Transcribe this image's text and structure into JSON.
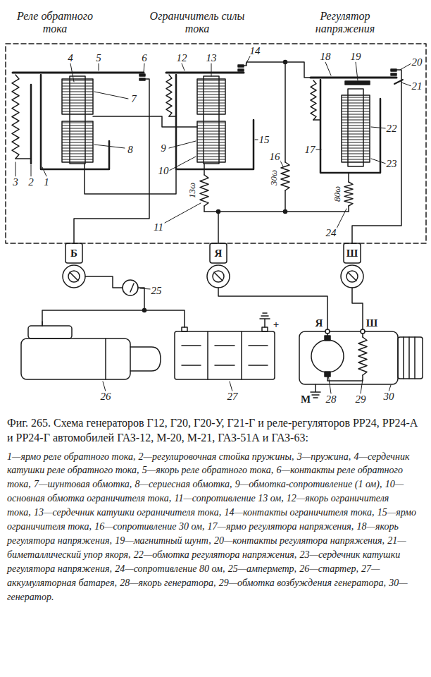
{
  "diagram": {
    "caption": "Фиг. 265. Схема генераторов Г12, Г20, Г20-У, Г21-Г и реле-регуляторов РР24, РР24-А и РР24-Г автомобилей ГАЗ-12, М-20, М-21, ГАЗ-51А и ГАЗ-63:",
    "labels": [
      "Реле обратного тока",
      "Ограничитель силы тока",
      "Регулятор напряжения",
      "1",
      "2",
      "3",
      "4",
      "5",
      "6",
      "7",
      "8",
      "9",
      "10",
      "11",
      "12",
      "13",
      "14",
      "15",
      "16",
      "17",
      "18",
      "19",
      "20",
      "21",
      "22",
      "23",
      "24",
      "25",
      "26",
      "27",
      "28",
      "29",
      "30",
      "13ω",
      "30ω",
      "80ω",
      "Б",
      "Я",
      "Ш",
      "+",
      "Я",
      "Ш",
      "М",
      "1—ярмо реле обратного тока,",
      "2—регулировочная стойка пружины,",
      "3—пружина,",
      "4—сердечник катушки реле обратного тока,",
      "5—якорь реле обратного тока,",
      "6—контакты реле обратного тока,",
      "7—шунтовая обмотка,",
      "8—сериесная обмотка,",
      "9—обмотка-сопротивление (1 ом),",
      "10—основная обмотка ограничителя тока,",
      "11—сопротивление 13 ом,",
      "12—якорь ограничителя тока,",
      "13—сердечник катушки ограничителя тока,",
      "14—контакты ограничителя тока,",
      "15—ярмо ограничителя тока,",
      "16—сопротивление 30 ом,",
      "17—ярмо регулятора напряжения,",
      "18—якорь регулятора напряжения,",
      "19—магнитный шунт,",
      "20—контакты регулятора напряжения,",
      "21—биметаллический упор якоря,",
      "22—обмотка регулятора напряжения,",
      "23—сердечник катушки регулятора напряжения,",
      "24—сопротивление 80 ом,",
      "25—амперметр,",
      "26—стартер,",
      "27—аккумуляторная батарея,",
      "28—якорь генератора,",
      "29—обмотка возбуждения генератора,",
      "30—генератор."
    ]
  }
}
